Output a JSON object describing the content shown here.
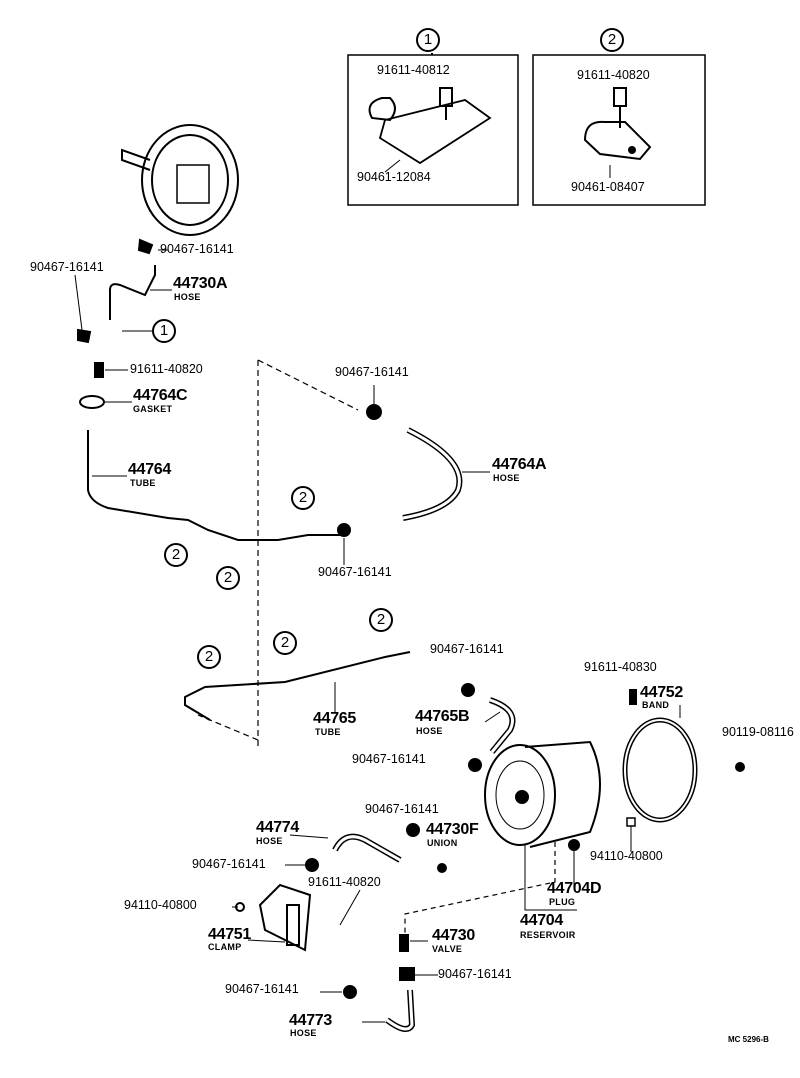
{
  "inset_1": {
    "callout": "1",
    "bolt": "91611-40812",
    "clamp": "90461-12084"
  },
  "inset_2": {
    "callout": "2",
    "bolt": "91611-40820",
    "clamp": "90461-08407"
  },
  "parts": {
    "clip_a": "90467-16141",
    "clip_b": "90467-16141",
    "hose_44730a": {
      "number": "44730A",
      "name": "HOSE"
    },
    "callout_1": "1",
    "bolt_a": "91611-40820",
    "gasket": {
      "number": "44764C",
      "name": "GASKET"
    },
    "tube_44764": {
      "number": "44764",
      "name": "TUBE"
    },
    "clip_c": "90467-16141",
    "hose_44764a": {
      "number": "44764A",
      "name": "HOSE"
    },
    "callout_2": "2",
    "clip_d": "90467-16141",
    "clip_e": "90467-16141",
    "bolt_b": "91611-40830",
    "band": {
      "number": "44752",
      "name": "BAND"
    },
    "screw": "90119-08116",
    "tube_44765": {
      "number": "44765",
      "name": "TUBE"
    },
    "hose_44765b": {
      "number": "44765B",
      "name": "HOSE"
    },
    "clip_f": "90467-16141",
    "clip_g": "90467-16141",
    "hose_44774": {
      "number": "44774",
      "name": "HOSE"
    },
    "union": {
      "number": "44730F",
      "name": "UNION"
    },
    "clip_h": "90467-16141",
    "nut_a": "94110-40800",
    "bolt_c": "91611-40820",
    "plug": {
      "number": "44704D",
      "name": "PLUG"
    },
    "nut_b": "94110-40800",
    "reservoir": {
      "number": "44704",
      "name": "RESERVOIR"
    },
    "clamp": {
      "number": "44751",
      "name": "CLAMP"
    },
    "valve": {
      "number": "44730",
      "name": "VALVE"
    },
    "clip_i": "90467-16141",
    "clip_j": "90467-16141",
    "hose_44773": {
      "number": "44773",
      "name": "HOSE"
    }
  },
  "drawing_code": "MC 5296-B"
}
